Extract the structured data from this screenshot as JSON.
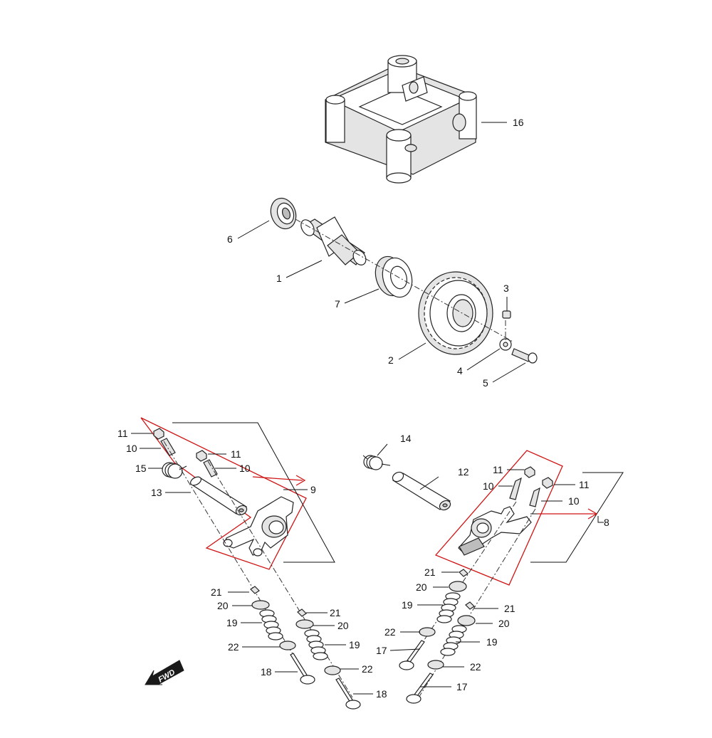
{
  "diagram": {
    "callouts": {
      "c1": "1",
      "c2": "2",
      "c3": "3",
      "c4": "4",
      "c5": "5",
      "c6": "6",
      "c7": "7",
      "c8": "8",
      "c9": "9",
      "c10a": "10",
      "c10b": "10",
      "c10c": "10",
      "c10d": "10",
      "c11a": "11",
      "c11b": "11",
      "c11c": "11",
      "c11d": "11",
      "c12": "12",
      "c13": "13",
      "c14": "14",
      "c15": "15",
      "c16": "16",
      "c17a": "17",
      "c17b": "17",
      "c18a": "18",
      "c18b": "18",
      "c19a": "19",
      "c19b": "19",
      "c19c": "19",
      "c19d": "19",
      "c20a": "20",
      "c20b": "20",
      "c20c": "20",
      "c20d": "20",
      "c21a": "21",
      "c21b": "21",
      "c21c": "21",
      "c21d": "21",
      "c22a": "22",
      "c22b": "22",
      "c22c": "22",
      "c22d": "22"
    },
    "fwd_label": "FWD",
    "colors": {
      "line": "#111111",
      "group_box": "#d01515",
      "shade": "#e4e4e4"
    }
  }
}
